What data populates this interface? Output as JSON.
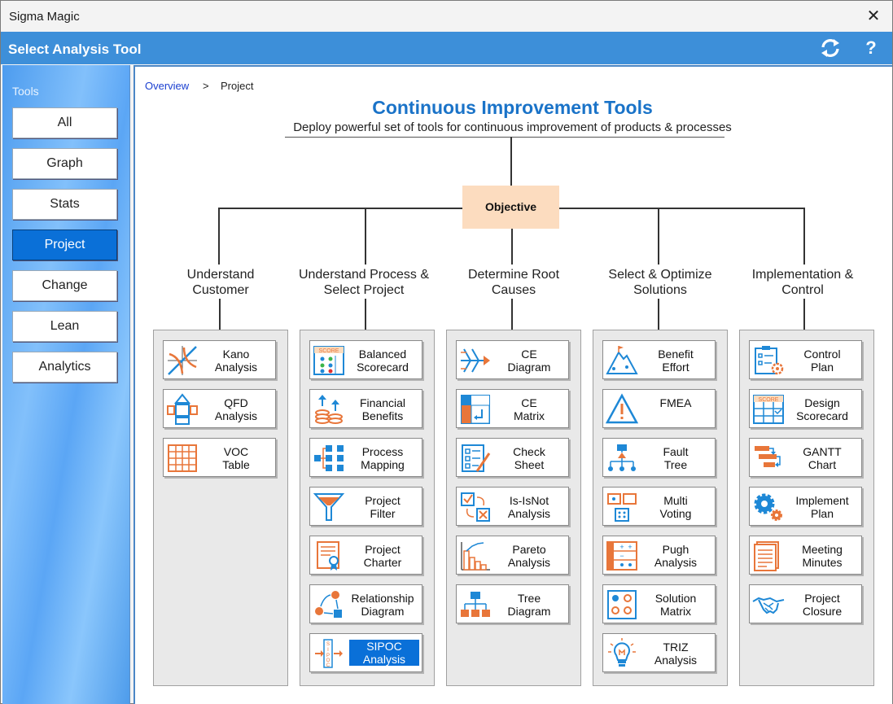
{
  "window": {
    "title": "Sigma Magic",
    "close_label": "✕"
  },
  "header": {
    "title": "Select Analysis Tool",
    "help_label": "?"
  },
  "sidebar": {
    "label": "Tools",
    "items": [
      {
        "label": "All"
      },
      {
        "label": "Graph"
      },
      {
        "label": "Stats"
      },
      {
        "label": "Project",
        "active": true
      },
      {
        "label": "Change"
      },
      {
        "label": "Lean"
      },
      {
        "label": "Analytics"
      }
    ]
  },
  "breadcrumb": {
    "link": "Overview",
    "separator": ">",
    "current": "Project"
  },
  "main": {
    "title": "Continuous Improvement Tools",
    "subtitle": "Deploy powerful set of tools for continuous improvement of products & processes",
    "objective": "Objective"
  },
  "columns": [
    {
      "heading_line1": "Understand",
      "heading_line2": "Customer",
      "tools": [
        {
          "line1": "Kano",
          "line2": "Analysis",
          "icon": "kano-icon"
        },
        {
          "line1": "QFD",
          "line2": "Analysis",
          "icon": "qfd-icon"
        },
        {
          "line1": "VOC",
          "line2": "Table",
          "icon": "voc-table-icon"
        }
      ]
    },
    {
      "heading_line1": "Understand Process &",
      "heading_line2": "Select Project",
      "tools": [
        {
          "line1": "Balanced",
          "line2": "Scorecard",
          "icon": "scorecard-icon"
        },
        {
          "line1": "Financial",
          "line2": "Benefits",
          "icon": "coins-icon"
        },
        {
          "line1": "Process",
          "line2": "Mapping",
          "icon": "process-map-icon"
        },
        {
          "line1": "Project",
          "line2": "Filter",
          "icon": "funnel-icon"
        },
        {
          "line1": "Project",
          "line2": "Charter",
          "icon": "certificate-icon"
        },
        {
          "line1": "Relationship",
          "line2": "Diagram",
          "icon": "relationship-icon"
        },
        {
          "line1": "SIPOC",
          "line2": "Analysis",
          "icon": "sipoc-icon",
          "selected": true
        }
      ]
    },
    {
      "heading_line1": "Determine Root",
      "heading_line2": "Causes",
      "tools": [
        {
          "line1": "CE",
          "line2": "Diagram",
          "icon": "fishbone-icon"
        },
        {
          "line1": "CE",
          "line2": "Matrix",
          "icon": "matrix-icon"
        },
        {
          "line1": "Check",
          "line2": "Sheet",
          "icon": "checksheet-icon"
        },
        {
          "line1": "Is-IsNot",
          "line2": "Analysis",
          "icon": "is-isnot-icon"
        },
        {
          "line1": "Pareto",
          "line2": "Analysis",
          "icon": "pareto-icon"
        },
        {
          "line1": "Tree",
          "line2": "Diagram",
          "icon": "tree-icon"
        }
      ]
    },
    {
      "heading_line1": "Select & Optimize",
      "heading_line2": "Solutions",
      "tools": [
        {
          "line1": "Benefit",
          "line2": "Effort",
          "icon": "benefit-effort-icon"
        },
        {
          "line1": "FMEA",
          "line2": "",
          "icon": "warning-icon"
        },
        {
          "line1": "Fault",
          "line2": "Tree",
          "icon": "fault-tree-icon"
        },
        {
          "line1": "Multi",
          "line2": "Voting",
          "icon": "voting-icon"
        },
        {
          "line1": "Pugh",
          "line2": "Analysis",
          "icon": "pugh-icon"
        },
        {
          "line1": "Solution",
          "line2": "Matrix",
          "icon": "solution-matrix-icon"
        },
        {
          "line1": "TRIZ",
          "line2": "Analysis",
          "icon": "lightbulb-icon"
        }
      ]
    },
    {
      "heading_line1": "Implementation &",
      "heading_line2": "Control",
      "tools": [
        {
          "line1": "Control",
          "line2": "Plan",
          "icon": "control-plan-icon"
        },
        {
          "line1": "Design",
          "line2": "Scorecard",
          "icon": "design-scorecard-icon"
        },
        {
          "line1": "GANTT",
          "line2": "Chart",
          "icon": "gantt-icon"
        },
        {
          "line1": "Implement",
          "line2": "Plan",
          "icon": "gears-icon"
        },
        {
          "line1": "Meeting",
          "line2": "Minutes",
          "icon": "minutes-icon"
        },
        {
          "line1": "Project",
          "line2": "Closure",
          "icon": "handshake-icon"
        }
      ]
    }
  ],
  "colors": {
    "accent": "#3d8fd9",
    "selected": "#0a70d8",
    "icon_orange": "#e8763a",
    "icon_blue": "#1e88d6",
    "objective_bg": "#fcdcbf"
  }
}
